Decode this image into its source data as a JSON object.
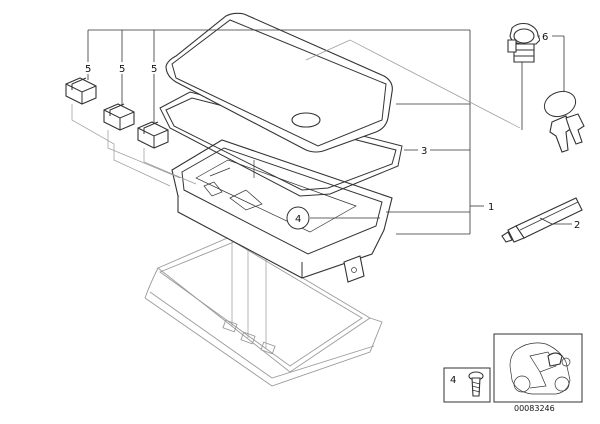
{
  "callouts": {
    "lid_seal": "3",
    "box_assembly": "1",
    "tube": "2",
    "screw": "4",
    "lock": "6",
    "pad_1": "5",
    "pad_2": "5",
    "pad_3": "5",
    "inset_screw": "4"
  },
  "document_number": "00083246",
  "colors": {
    "line": "#333333",
    "ghost": "#9a9a9a",
    "background": "#ffffff"
  }
}
